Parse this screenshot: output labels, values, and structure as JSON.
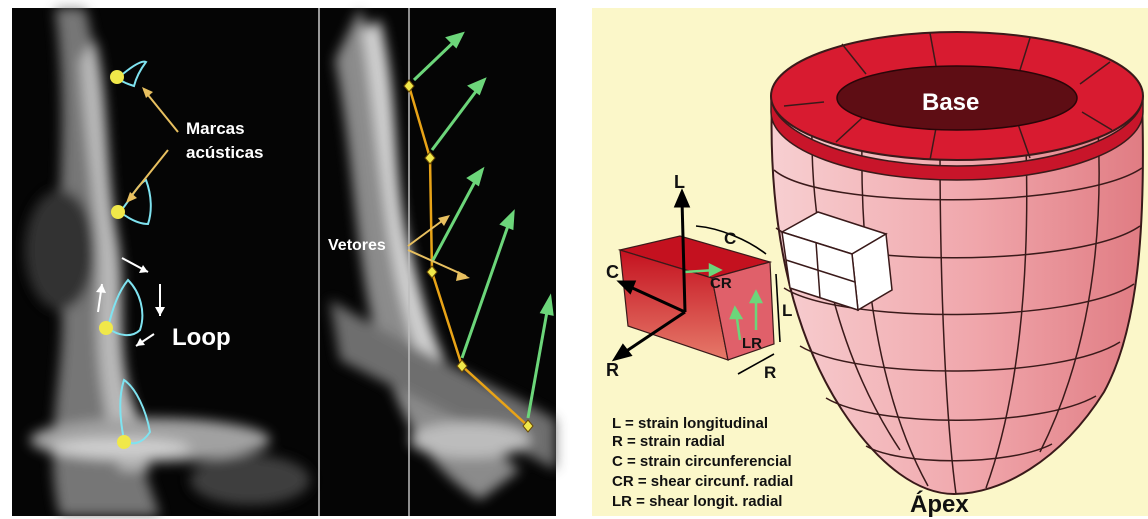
{
  "left_panel": {
    "labels": {
      "marcas_line1": "Marcas",
      "marcas_line2": "acústicas",
      "loop": "Loop",
      "vetores": "Vetores"
    }
  },
  "right_panel": {
    "labels": {
      "base": "Base",
      "apex": "Ápex",
      "axis_L": "L",
      "axis_C": "C",
      "axis_R": "R",
      "seg_C": "C",
      "seg_L": "L",
      "seg_R": "R",
      "seg_CR": "CR",
      "seg_LR": "LR"
    },
    "legend": [
      "L = strain longitudinal",
      "R = strain radial",
      "C = strain circunferencial",
      "CR = shear circunf. radial",
      "LR = shear longit. radial"
    ]
  },
  "colors": {
    "marker_yellow": "#f0e84a",
    "speckle_cyan": "#7fe3f0",
    "vector_green": "#6cd67a",
    "vector_orange": "#e8a317",
    "heart_red": "#d81b30",
    "heart_dark": "#5e0d14",
    "heart_pink": "#f3b7bb",
    "background_cream": "#fbf7c9"
  }
}
